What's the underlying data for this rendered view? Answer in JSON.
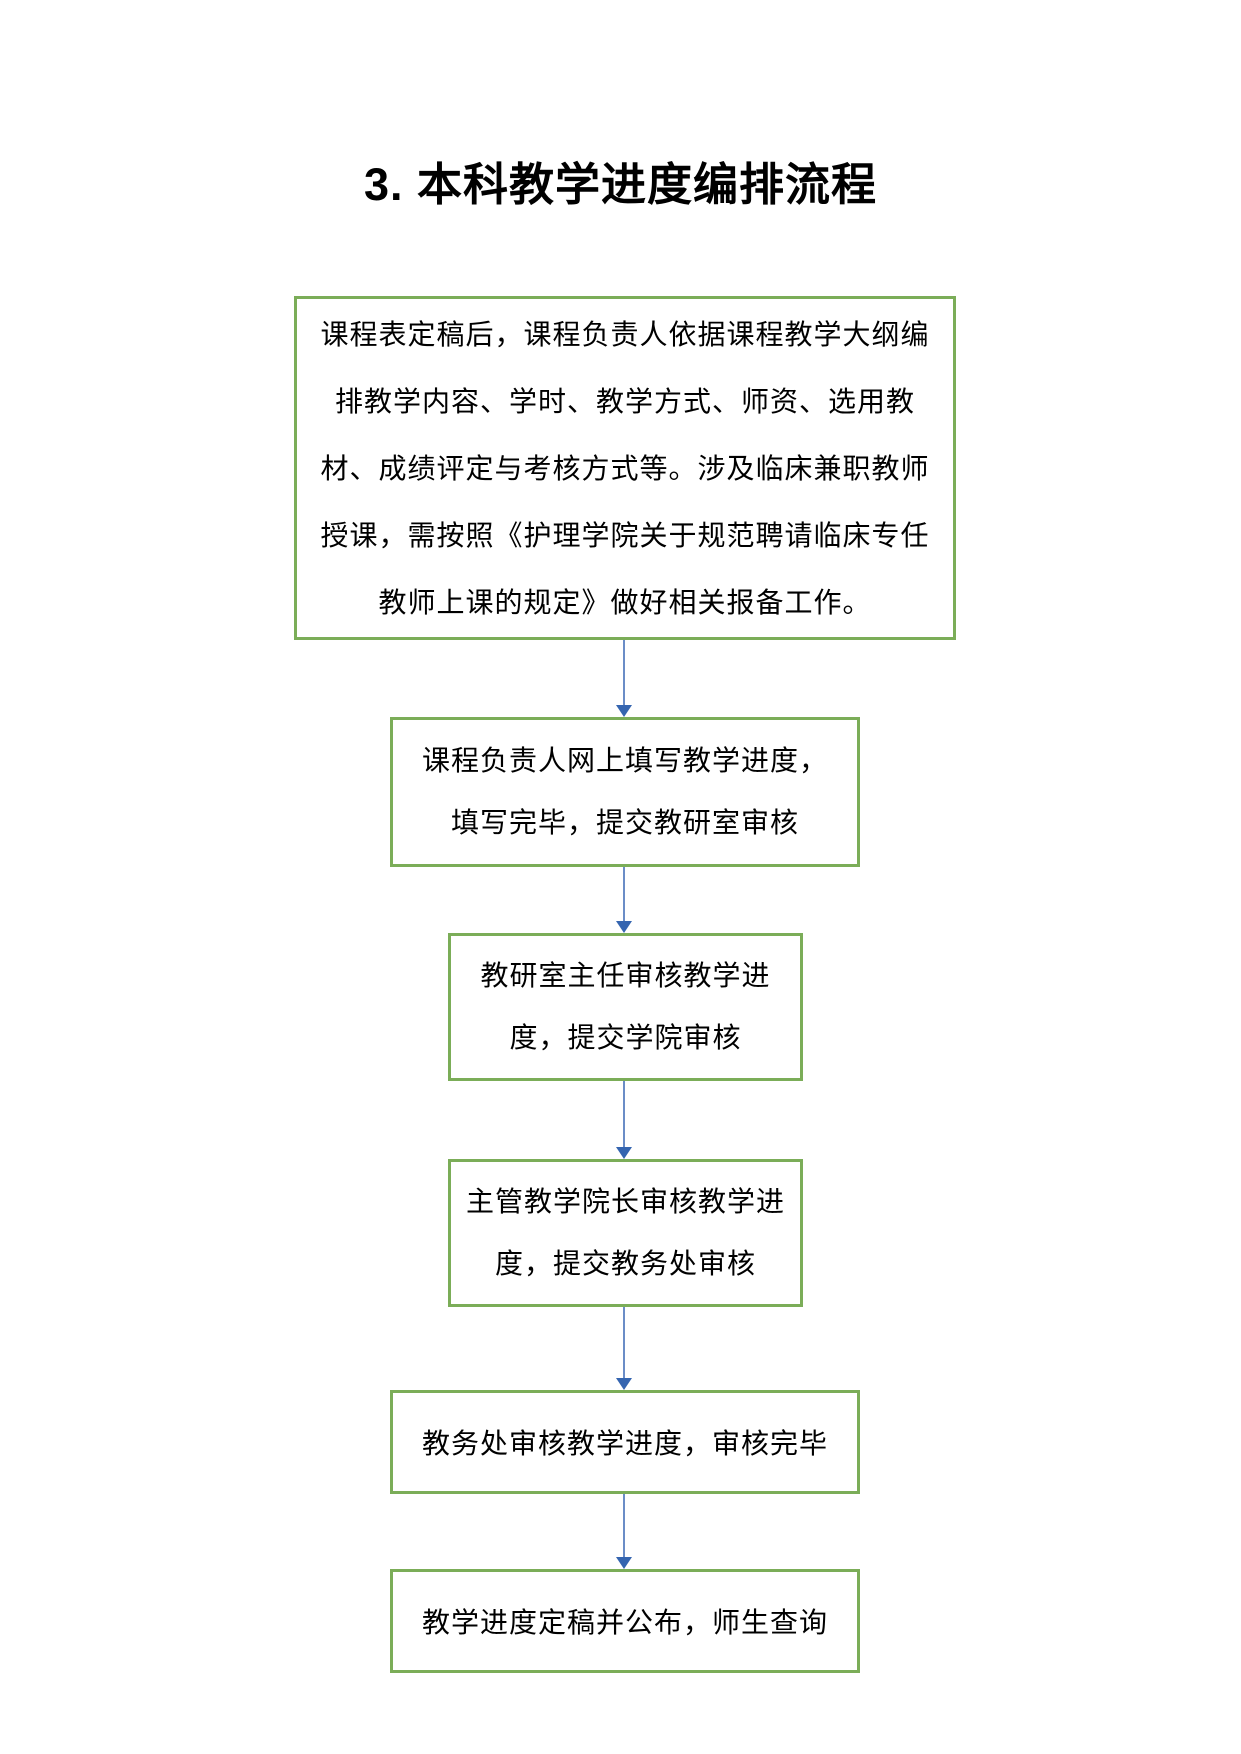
{
  "title": "3. 本科教学进度编排流程",
  "colors": {
    "box_border_green": "#7BAD58",
    "arrow_stem_blue": "#6B8DC7",
    "arrow_head_blue": "#3565B0",
    "text": "#000000",
    "background": "#FFFFFF"
  },
  "flowchart": {
    "boxes": [
      {
        "name": "step-1",
        "lines": [
          "课程表定稿后，课程负责人依据课程教学大纲编",
          "排教学内容、学时、教学方式、师资、选用教",
          "材、成绩评定与考核方式等。涉及临床兼职教师",
          "授课，需按照《护理学院关于规范聘请临床专任",
          "教师上课的规定》做好相关报备工作。"
        ]
      },
      {
        "name": "step-2",
        "lines": [
          "课程负责人网上填写教学进度，",
          "填写完毕，提交教研室审核"
        ]
      },
      {
        "name": "step-3",
        "lines": [
          "教研室主任审核教学进",
          "度，提交学院审核"
        ]
      },
      {
        "name": "step-4",
        "lines": [
          "主管教学院长审核教学进",
          "度，提交教务处审核"
        ]
      },
      {
        "name": "step-5",
        "lines": [
          "教务处审核教学进度，审核完毕"
        ]
      },
      {
        "name": "step-6",
        "lines": [
          "教学进度定稿并公布，师生查询"
        ]
      }
    ]
  }
}
